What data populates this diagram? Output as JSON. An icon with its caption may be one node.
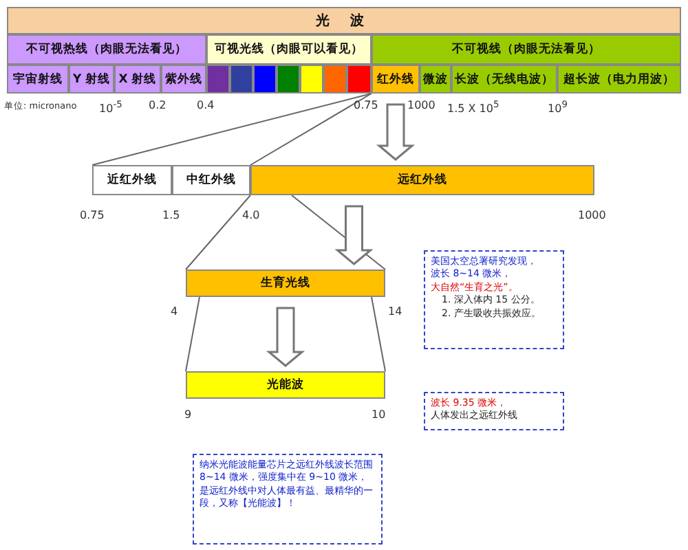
{
  "diagram": {
    "nodes": [
      {
        "text": [
          "光 波"
        ]
      },
      {
        "text": [
          "不可视热线（肉眼无法看见）"
        ]
      },
      {
        "text": [
          "可视光线（肉眼可以看见）"
        ]
      },
      {
        "text": [
          "不可视线（肉眼无法看见）"
        ]
      },
      {
        "text": [
          "宇宙射线"
        ]
      },
      {
        "text": [
          "Y 射线"
        ]
      },
      {
        "text": [
          "X 射线"
        ]
      },
      {
        "text": [
          "紫外线"
        ]
      },
      {
        "text": [],
        "shape": "box"
      },
      {
        "text": [],
        "shape": "box"
      },
      {
        "text": [],
        "shape": "box"
      },
      {
        "text": [],
        "shape": "box"
      },
      {
        "text": [],
        "shape": "box"
      },
      {
        "text": [],
        "shape": "box"
      },
      {
        "text": [],
        "shape": "box"
      },
      {
        "text": [
          "红外线"
        ]
      },
      {
        "text": [
          "微波"
        ]
      },
      {
        "text": [
          "长波（无线电波）"
        ]
      },
      {
        "text": [
          "超长波（电力用波）"
        ]
      },
      {
        "text": [
          "近红外线"
        ]
      },
      {
        "text": [
          "中红外线"
        ]
      },
      {
        "text": [
          "远红外线"
        ]
      },
      {
        "text": [
          "生育光线"
        ]
      },
      {
        "text": [
          "光能波"
        ]
      },
      {
        "text": [
          "美国太空总署研究发现，",
          "波长 8~14 微米，",
          "大自然“生育之光”。",
          "1. 深入体内 15 公分。",
          "2. 产生吸收共振效应。"
        ]
      },
      {
        "text": [
          "波长 9.35 微米，",
          "人体发出之远红外线"
        ]
      },
      {
        "text": [
          "纳米光能波能量芯片之远红外线波长范围 8~14 微米，强度集中在 9~10 微米，是远红外线中对人体最有益、最精华的一段，又称【光能波】！"
        ]
      }
    ],
    "edges": [
      {
        "from": 15,
        "to": 19,
        "arrow": "none"
      },
      {
        "from": 15,
        "to": 21,
        "arrow": "none"
      },
      {
        "from": 15,
        "to": 21,
        "arrow": "to",
        "style": "thick"
      },
      {
        "from": 21,
        "to": 22,
        "arrow": "none"
      },
      {
        "from": 21,
        "to": 22,
        "arrow": "none"
      },
      {
        "from": 21,
        "to": 22,
        "arrow": "to",
        "style": "thick"
      },
      {
        "from": 22,
        "to": 23,
        "arrow": "none"
      },
      {
        "from": 22,
        "to": 23,
        "arrow": "none"
      },
      {
        "from": 22,
        "to": 23,
        "arrow": "to",
        "style": "thick"
      }
    ],
    "labels": [
      "单位: micronano",
      "10$^{-5}$",
      "0.2",
      "0.4",
      "0.75",
      "1000",
      "1.5 X 10$^{5}$",
      "10$^{9}$",
      "0.75",
      "1.5",
      "4.0",
      "1000",
      "4",
      "14",
      "9",
      "10"
    ]
  }
}
